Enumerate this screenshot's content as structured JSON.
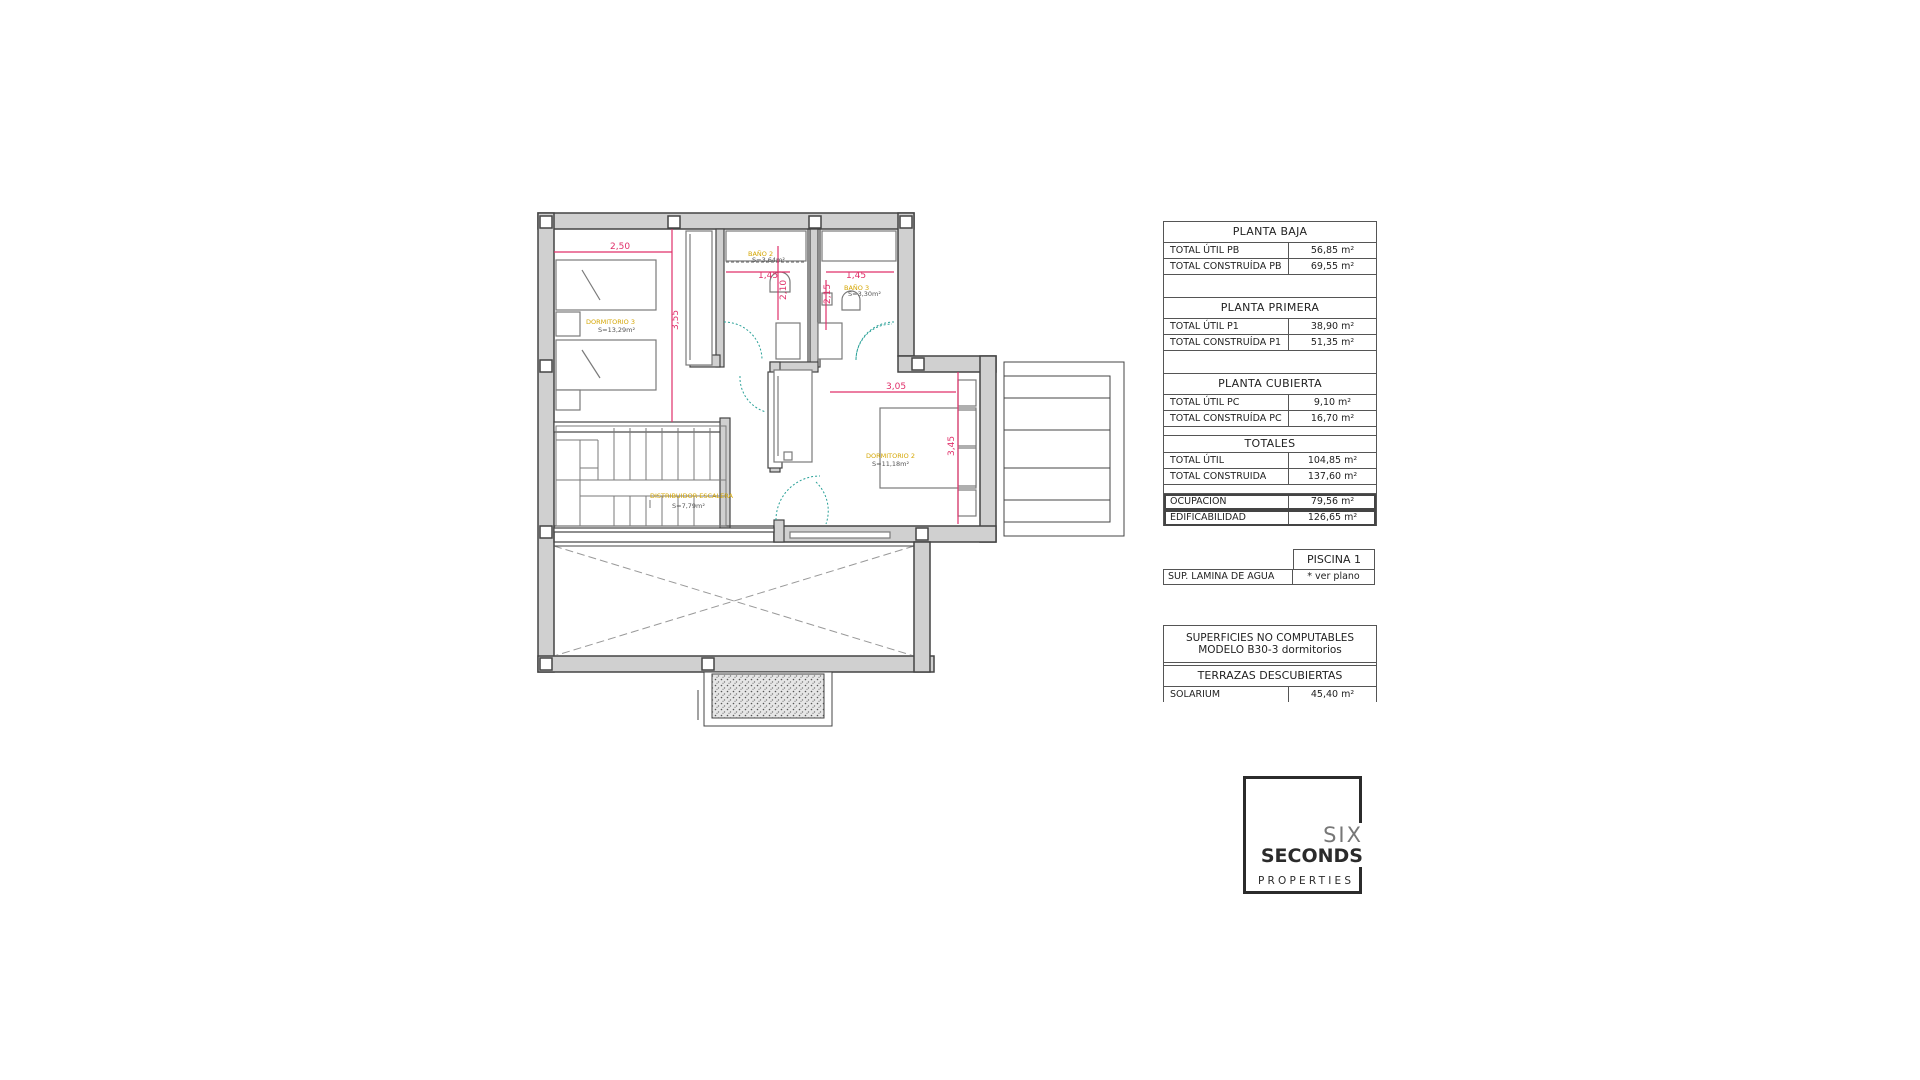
{
  "plan": {
    "rooms": {
      "dormitorio_3": "DORMITORIO 3",
      "dormitorio_3_area": "S=13,29m²",
      "bano_2": "BAÑO 2",
      "bano_2_area": "S=3,64m²",
      "bano_3": "BAÑO 3",
      "bano_3_area": "S=3,30m²",
      "dormitorio_2": "DORMITORIO 2",
      "dormitorio_2_area": "S=11,18m²",
      "distribuidor": "DISTRIBUIDOR-ESCALERA",
      "distribuidor_area": "S=7,79m²"
    },
    "dimensions": [
      "2,50",
      "3,55",
      "1,45",
      "1,45",
      "2,15",
      "3,05",
      "3,45",
      "2,10"
    ]
  },
  "table": {
    "planta_baja": {
      "title": "PLANTA BAJA",
      "rows": [
        {
          "label": "TOTAL ÚTIL PB",
          "value": "56,85 m²"
        },
        {
          "label": "TOTAL CONSTRUÍDA PB",
          "value": "69,55 m²"
        }
      ]
    },
    "planta_primera": {
      "title": "PLANTA PRIMERA",
      "rows": [
        {
          "label": "TOTAL ÚTIL P1",
          "value": "38,90 m²"
        },
        {
          "label": "TOTAL CONSTRUÍDA P1",
          "value": "51,35 m²"
        }
      ]
    },
    "planta_cubierta": {
      "title": "PLANTA CUBIERTA",
      "rows": [
        {
          "label": "TOTAL ÚTIL PC",
          "value": "9,10 m²"
        },
        {
          "label": "TOTAL CONSTRUÍDA PC",
          "value": "16,70 m²"
        }
      ]
    },
    "totales": {
      "title": "TOTALES",
      "rows": [
        {
          "label": "TOTAL ÚTIL",
          "value": "104,85 m²"
        },
        {
          "label": "TOTAL CONSTRUIDA",
          "value": "137,60 m²"
        }
      ]
    },
    "extra": [
      {
        "label": "OCUPACION",
        "value": "79,56 m²"
      },
      {
        "label": "EDIFICABILIDAD",
        "value": "126,65 m²"
      }
    ]
  },
  "pool": {
    "title": "PISCINA 1",
    "label": "SUP. LAMINA DE AGUA",
    "value": "* ver plano"
  },
  "non_computable": {
    "line1": "SUPERFICIES NO COMPUTABLES",
    "line2": "MODELO B30-3 dormitorios",
    "subtitle": "TERRAZAS DESCUBIERTAS",
    "rows": [
      {
        "label": "SOLARIUM",
        "value": "45,40 m²"
      }
    ]
  },
  "logo": {
    "six": "SIX",
    "seconds": "SECONDS",
    "properties": "PROPERTIES"
  },
  "colors": {
    "wall": "#d0d0d0",
    "wall_line": "#444444",
    "dimension": "#e0306a",
    "room_label": "#e8b800",
    "door_arc": "#2aa198",
    "furniture": "#7a7a7a"
  }
}
